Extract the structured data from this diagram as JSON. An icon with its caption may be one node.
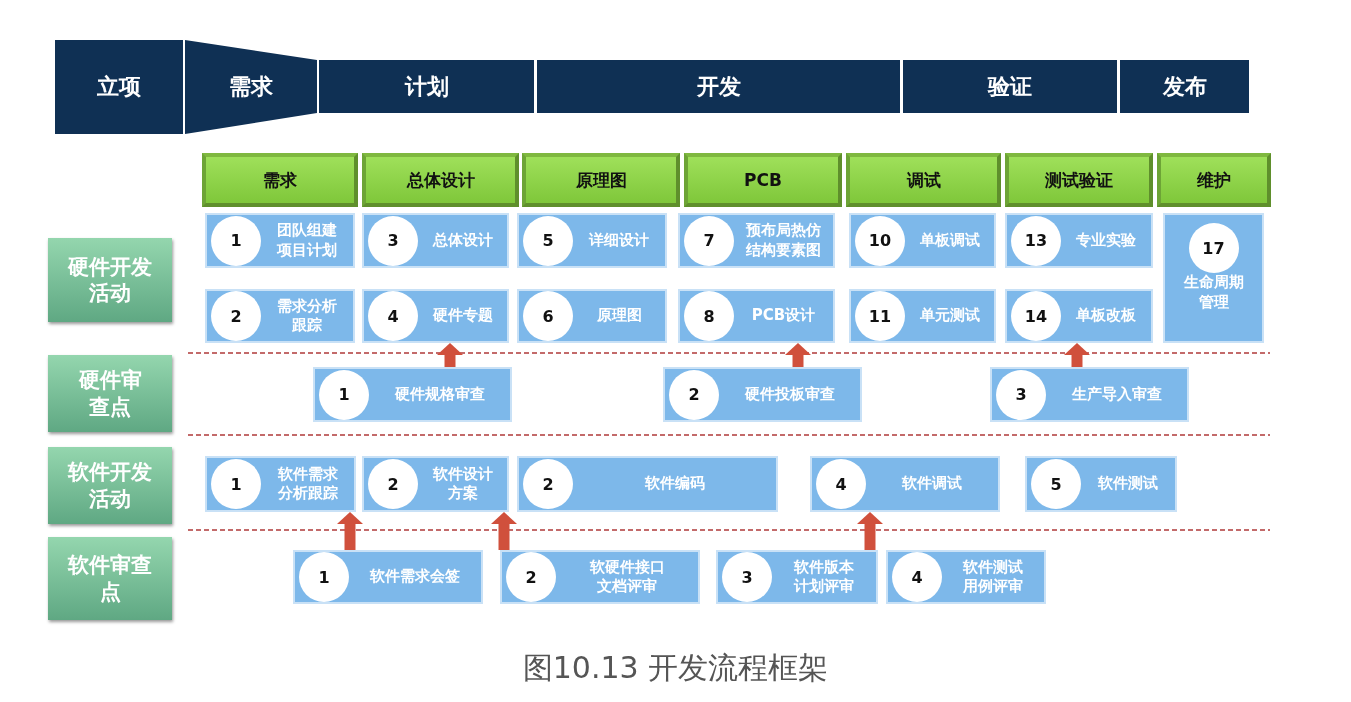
{
  "diagram": {
    "caption": "图10.13 开发流程框架",
    "nodes": [
      {
        "text": [
          "立项"
        ]
      },
      {
        "text": [
          "需求"
        ]
      },
      {
        "text": [
          "计划"
        ]
      },
      {
        "text": [
          "开发"
        ]
      },
      {
        "text": [
          "验证"
        ]
      },
      {
        "text": [
          "发布"
        ]
      },
      {
        "text": [
          "需求"
        ]
      },
      {
        "text": [
          "总体设计"
        ]
      },
      {
        "text": [
          "原理图"
        ]
      },
      {
        "text": [
          "PCB"
        ]
      },
      {
        "text": [
          "调试"
        ]
      },
      {
        "text": [
          "测试验证"
        ]
      },
      {
        "text": [
          "维护"
        ]
      },
      {
        "text": [
          "硬件开发活动"
        ]
      },
      {
        "text": [
          "硬件审查点"
        ]
      },
      {
        "text": [
          "软件开发活动"
        ]
      },
      {
        "text": [
          "软件审查点"
        ]
      },
      {
        "text": [
          "1",
          "团队组建项目计划"
        ]
      },
      {
        "text": [
          "3",
          "总体设计"
        ]
      },
      {
        "text": [
          "5",
          "详细设计"
        ]
      },
      {
        "text": [
          "7",
          "预布局热仿结构要素图"
        ]
      },
      {
        "text": [
          "10",
          "单板调试"
        ]
      },
      {
        "text": [
          "13",
          "专业实验"
        ]
      },
      {
        "text": [
          "17",
          "生命周期管理"
        ]
      },
      {
        "text": [
          "2",
          "需求分析跟踪"
        ]
      },
      {
        "text": [
          "4",
          "硬件专题"
        ]
      },
      {
        "text": [
          "6",
          "原理图"
        ]
      },
      {
        "text": [
          "8",
          "PCB设计"
        ]
      },
      {
        "text": [
          "11",
          "单元测试"
        ]
      },
      {
        "text": [
          "14",
          "单板改板"
        ]
      },
      {
        "text": [
          "1",
          "硬件规格审查"
        ]
      },
      {
        "text": [
          "2",
          "硬件投板审查"
        ]
      },
      {
        "text": [
          "3",
          "生产导入审查"
        ]
      },
      {
        "text": [
          "1",
          "软件需求分析跟踪"
        ]
      },
      {
        "text": [
          "2",
          "软件设计方案"
        ]
      },
      {
        "text": [
          "2",
          "软件编码"
        ]
      },
      {
        "text": [
          "4",
          "软件调试"
        ]
      },
      {
        "text": [
          "5",
          "软件测试"
        ]
      },
      {
        "text": [
          "1",
          "软件需求会签"
        ]
      },
      {
        "text": [
          "2",
          "软硬件接口文档评审"
        ]
      },
      {
        "text": [
          "3",
          "软件版本计划评审"
        ]
      },
      {
        "text": [
          "4",
          "软件测试用例评审"
        ]
      }
    ],
    "edges": [
      {
        "from": 30,
        "to": 25,
        "arrow": "to"
      },
      {
        "from": 31,
        "to": 27,
        "arrow": "to"
      },
      {
        "from": 32,
        "to": 29,
        "arrow": "to"
      },
      {
        "from": 38,
        "to": 33,
        "arrow": "to"
      },
      {
        "from": 39,
        "to": 34,
        "arrow": "to"
      },
      {
        "from": 40,
        "to": 36,
        "arrow": "to"
      }
    ]
  }
}
